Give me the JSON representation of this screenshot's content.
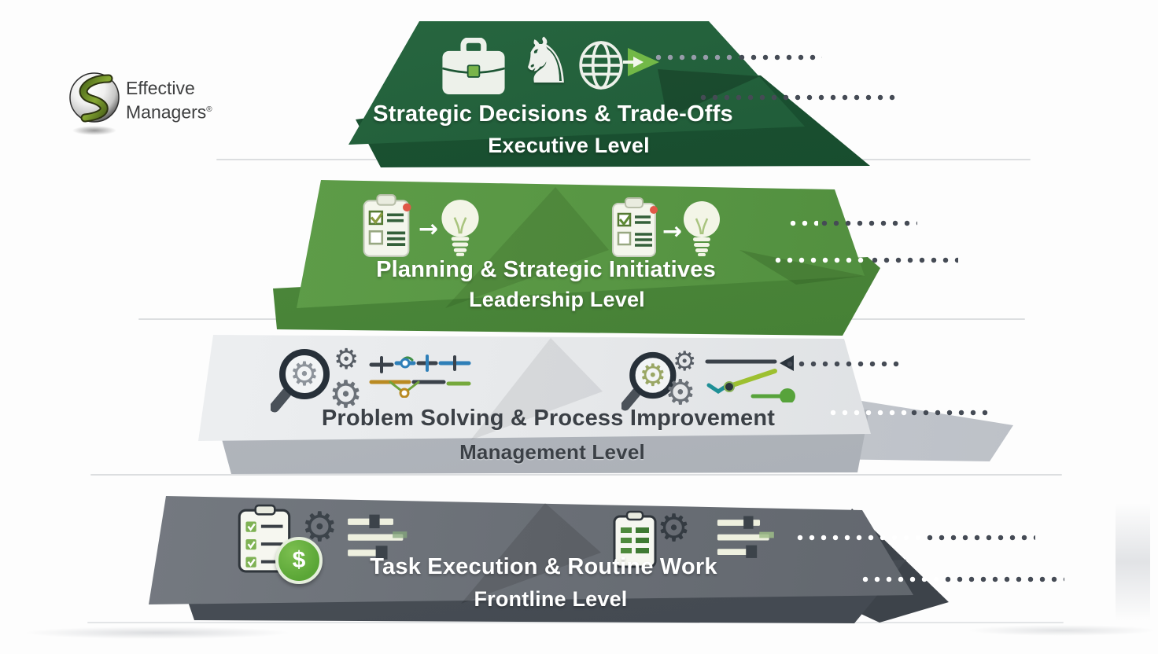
{
  "logo": {
    "name_line1": "Effective",
    "name_line2": "Managers",
    "registered_mark": "®"
  },
  "pyramid": {
    "levels": [
      {
        "title": "Strategic Decisions & Trade-Offs",
        "label": "Executive Level",
        "color": "#1e5a37",
        "icons": [
          "briefcase-icon",
          "chess-knight-icon",
          "globe-icon",
          "forward-arrow-icon"
        ]
      },
      {
        "title": "Planning & Strategic Initiatives",
        "label": "Leadership Level",
        "color": "#579543",
        "icons": [
          "checklist-clipboard-icon",
          "arrow-icon",
          "lightbulb-icon",
          "checklist-clipboard-icon",
          "arrow-icon",
          "lightbulb-icon"
        ]
      },
      {
        "title": "Problem Solving & Process Improvement",
        "label": "Management Level",
        "color": "#e6e8ea",
        "icons": [
          "magnifier-gear-icon",
          "gears-icon",
          "timeline-icon",
          "magnifier-gear-icon",
          "gears-icon",
          "trend-chart-icon"
        ]
      },
      {
        "title": "Task Execution & Routine Work",
        "label": "Frontline Level",
        "color": "#6a6f76",
        "icons": [
          "checklist-dollar-icon",
          "gear-icon",
          "task-sliders-icon",
          "checklist-icon",
          "gear-icon",
          "task-sliders-icon"
        ]
      }
    ]
  },
  "glyphs": {
    "knight": "♞",
    "gear": "⚙",
    "arrow_right": "→",
    "dollar": "$"
  },
  "colors": {
    "dot_dark": "#454b55",
    "dot_white": "#ffffff",
    "separator": "#dcdee0"
  }
}
